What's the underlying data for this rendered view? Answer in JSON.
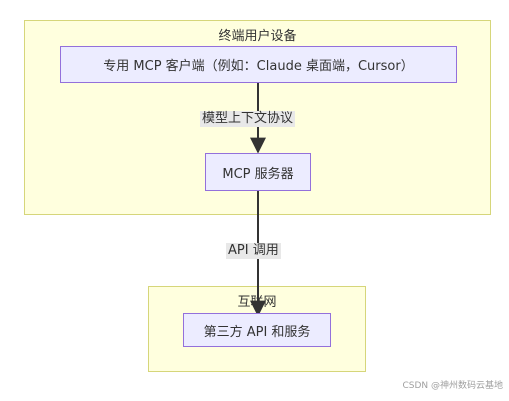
{
  "groups": {
    "device": {
      "title": "终端用户设备"
    },
    "internet": {
      "title": "互联网"
    }
  },
  "nodes": {
    "client": {
      "label": "专用 MCP 客户端（例如：Claude 桌面端，Cursor）"
    },
    "server": {
      "label": "MCP 服务器"
    },
    "services": {
      "label": "第三方 API 和服务"
    }
  },
  "edges": {
    "client_to_server": {
      "label": "模型上下文协议"
    },
    "server_to_services": {
      "label": "API 调用"
    }
  },
  "colors": {
    "group_fill": "#ffffde",
    "group_border": "#d6d67a",
    "node_fill": "#ececff",
    "node_border": "#9370db",
    "edge": "#333333"
  },
  "watermark": "CSDN @神州数码云基地"
}
